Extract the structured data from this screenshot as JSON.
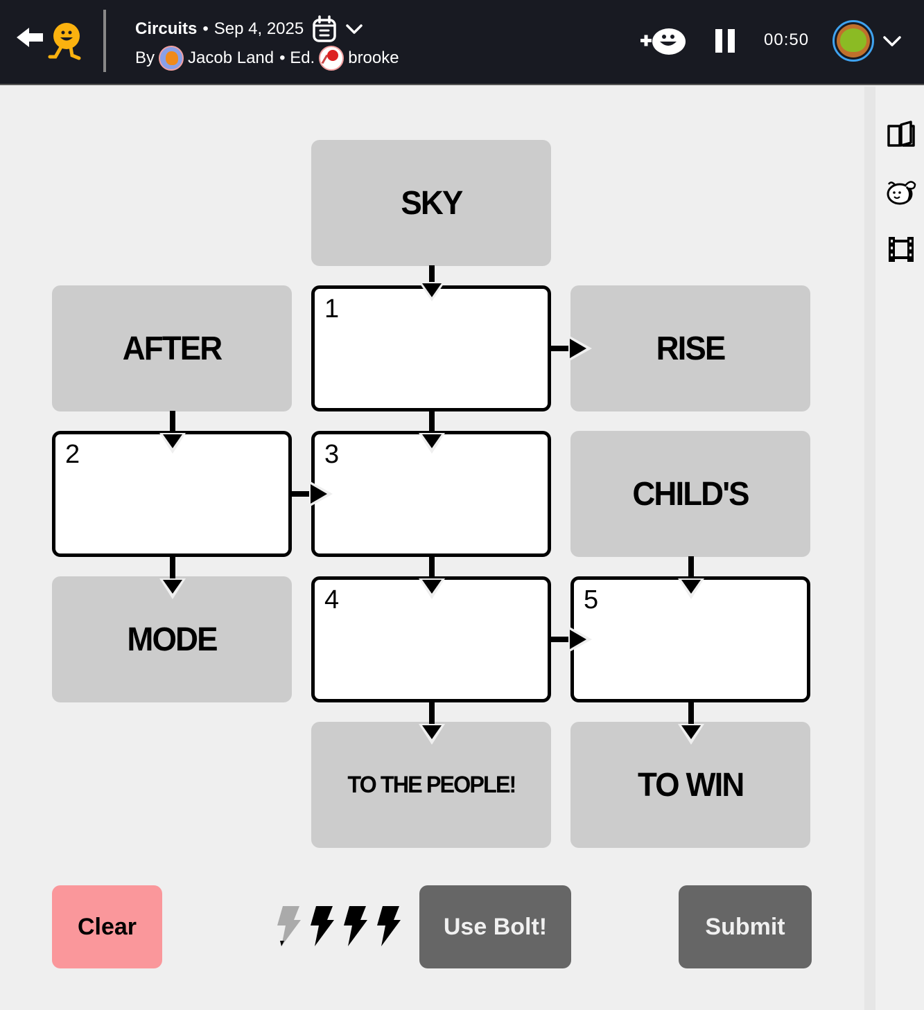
{
  "header": {
    "game_name": "Circuits",
    "separator": "•",
    "date": "Sep 4, 2025",
    "by_label": "By",
    "author": "Jacob Land",
    "editor_label": "• Ed.",
    "editor": "brooke",
    "timer": "00:50"
  },
  "board": {
    "clues": [
      {
        "id": "sky",
        "text": "SKY"
      },
      {
        "id": "after",
        "text": "AFTER"
      },
      {
        "id": "rise",
        "text": "RISE"
      },
      {
        "id": "childs",
        "text": "CHILD'S"
      },
      {
        "id": "mode",
        "text": "MODE"
      },
      {
        "id": "to-the-people",
        "text": "TO THE PEOPLE!"
      },
      {
        "id": "to-win",
        "text": "TO WIN"
      }
    ],
    "inputs": [
      {
        "number": "1",
        "value": ""
      },
      {
        "number": "2",
        "value": ""
      },
      {
        "number": "3",
        "value": ""
      },
      {
        "number": "4",
        "value": ""
      },
      {
        "number": "5",
        "value": ""
      }
    ]
  },
  "controls": {
    "clear_label": "Clear",
    "use_bolt_label": "Use Bolt!",
    "submit_label": "Submit",
    "bolts_total": 4,
    "bolts_used": 1
  },
  "sidebar": {
    "icons": [
      "book-icon",
      "bee-icon",
      "film-icon"
    ]
  },
  "colors": {
    "header_bg": "#181a22",
    "clue_bg": "#cccccc",
    "clear_bg": "#fa979b",
    "action_bg": "#666666",
    "avatar_ring": "#3fa3f0",
    "logo_yellow": "#fbb20f"
  }
}
